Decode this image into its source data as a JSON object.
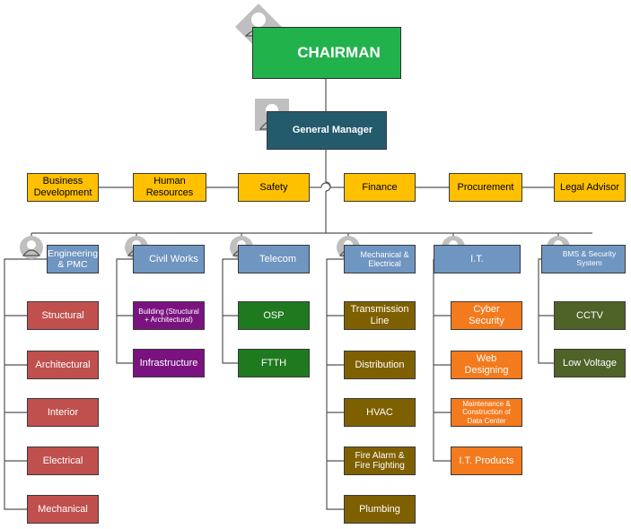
{
  "chairman": "CHAIRMAN",
  "general_manager": "General Manager",
  "staff": [
    "Business Development",
    "Human Resources",
    "Safety",
    "Finance",
    "Procurement",
    "Legal Advisor"
  ],
  "departments": [
    {
      "name": "Engineering & PMC",
      "units": [
        "Structural",
        "Architectural",
        "Interior",
        "Electrical",
        "Mechanical"
      ]
    },
    {
      "name": "Civil Works",
      "units": [
        "Building (Structural + Architectural)",
        "Infrastructure"
      ]
    },
    {
      "name": "Telecom",
      "units": [
        "OSP",
        "FTTH"
      ]
    },
    {
      "name": "Mechanical & Electrical",
      "units": [
        "Transmission Line",
        "Distribution",
        "HVAC",
        "Fire Alarm & Fire Fighting",
        "Plumbing"
      ]
    },
    {
      "name": "I.T.",
      "units": [
        "Cyber Security",
        "Web Designing",
        "Maintenance & Construction of Data Center",
        "I.T. Products"
      ]
    },
    {
      "name": "BMS & Security System",
      "units": [
        "CCTV",
        "Low Voltage"
      ]
    }
  ],
  "colors": {
    "chairman": "#22b24c",
    "general_manager": "#235a6c",
    "staff": "#ffc000",
    "department": "#6f95c1",
    "engineering_units": "#c0504d",
    "civil_units": "#7a137f",
    "telecom_units": "#1f7a1f",
    "mep_units": "#7f6000",
    "it_units": "#f47a1e",
    "bms_units": "#4f6228"
  },
  "icons": [
    "person-avatar-icon"
  ]
}
